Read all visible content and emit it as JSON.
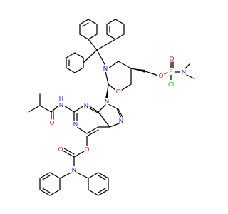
{
  "colors": {
    "carbon": "#000000",
    "nitrogen": "#0000ff",
    "oxygen": "#ff0000",
    "phosphorus": "#ff8000",
    "chlorine": "#00b000",
    "background": "#ffffff"
  },
  "atoms": {
    "N_morpholine": "N",
    "O_morpholine": "O",
    "O_linker": "O",
    "P": "P",
    "O_phosphoryl": "O",
    "N_dimethylamino": "N",
    "Cl": "Cl",
    "N9": "N",
    "N7": "N",
    "N3": "N",
    "N1": "N",
    "NH_amide": "N",
    "H_amide": "H",
    "O_isobutyryl": "O",
    "O_carbamate_ester": "O",
    "O_carbamate_carbonyl": "O",
    "N_diphenyl": "N"
  }
}
